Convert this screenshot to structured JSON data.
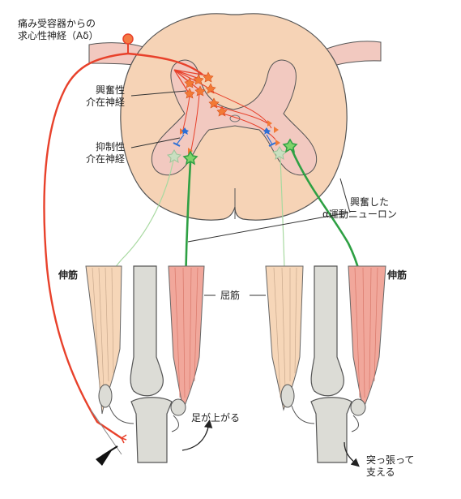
{
  "labels": {
    "pain_afferent_line1": "痛み受容器からの",
    "pain_afferent_line2": "求心性神経（Aδ）",
    "excitatory_interneuron_line1": "興奮性",
    "excitatory_interneuron_line2": "介在神経",
    "inhibitory_interneuron_line1": "抑制性",
    "inhibitory_interneuron_line2": "介在神経",
    "alpha_motor_neuron_line1": "興奮した",
    "alpha_motor_neuron_line2": "α運動ニューロン",
    "extensor_left": "伸筋",
    "extensor_right": "伸筋",
    "flexor": "屈筋",
    "leg_lifts": "足が上がる",
    "leg_braces_line1": "突っ張って",
    "leg_braces_line2": "支える"
  },
  "colors": {
    "gray_matter": "#f2c9c0",
    "white_matter": "#f6d3b6",
    "pain_fiber": "#e8412b",
    "motor_neuron": "#2ea043",
    "inhibitory": "#2c6fd6",
    "extensor_muscle": "#f6d6b8",
    "flexor_muscle": "#f1a79b",
    "bone": "#dcdcd6"
  }
}
